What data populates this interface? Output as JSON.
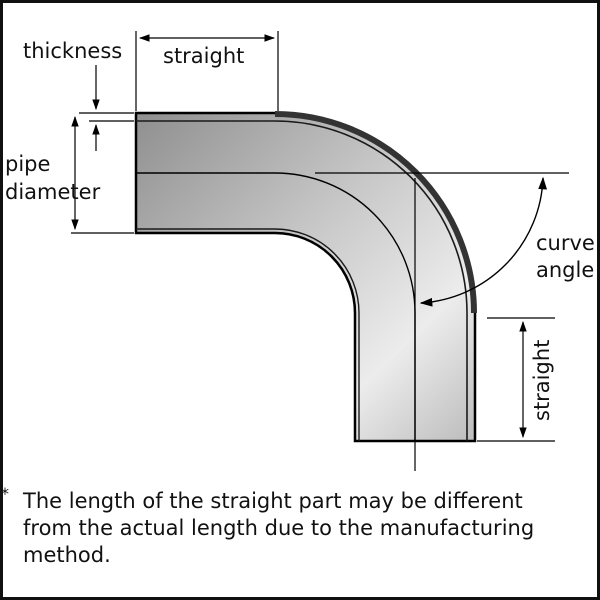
{
  "labels": {
    "thickness": "thickness",
    "straight_top": "straight",
    "pipe_diameter_line1": "pipe",
    "pipe_diameter_line2": "diameter",
    "curve_angle_line1": "curve",
    "curve_angle_line2": "angle",
    "straight_right": "straight"
  },
  "note": {
    "asterisk": "*",
    "line1": "The length of the straight part may be different",
    "line2": "from the actual length due to the manufacturing",
    "line3": "method."
  },
  "colors": {
    "border": "#111111",
    "pipe_light": "#e6e6e6",
    "pipe_mid": "#bdbdbd",
    "pipe_dark": "#8a8a8a",
    "outline": "#000000"
  }
}
